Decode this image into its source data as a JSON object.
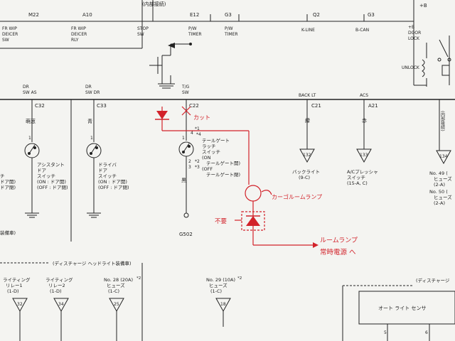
{
  "top_connectors": {
    "m22": "M22",
    "a10": "A10",
    "naikyo_top": "(内部接続)",
    "e12": "E12",
    "g3a": "G3",
    "q2": "Q2",
    "g3b": "G3",
    "b_top": "+B"
  },
  "top_labels": {
    "fr_wip_deicer_sw": [
      "FR WIP",
      "DEICER",
      "SW"
    ],
    "fr_wip_deicer_rly": [
      "FR WIP",
      "DEICER",
      "RLY"
    ],
    "stop_sw": [
      "STOP",
      "SW"
    ],
    "pw_timer_1": [
      "P/W",
      "TIMER"
    ],
    "pw_timer_2": [
      "P/W",
      "TIMER"
    ],
    "k_line": "K-LINE",
    "b_can": "B-CAN",
    "door_lock": [
      "+B",
      "DOOR",
      "LOCK"
    ],
    "unlock": "UNLOCK"
  },
  "bus_labels": {
    "dr_sw_as": [
      "DR",
      "SW AS"
    ],
    "dr_sw_dr": [
      "DR",
      "SW DR"
    ],
    "tg_sw": [
      "T/G",
      "SW"
    ],
    "back_lt": "BACK LT",
    "acs": "ACS"
  },
  "pins": {
    "c32": "C32",
    "c33": "C33",
    "c22": "C22",
    "c21": "C21",
    "a21": "A21",
    "naikyo_side": "(内部接続)"
  },
  "wires": {
    "moegi": "萌葱",
    "ao": "青",
    "kuro": "黒",
    "midori": "緑",
    "aka": "赤"
  },
  "pin_numbers": {
    "p1a": "1",
    "p1b": "1",
    "p1c": "1",
    "p4": "4",
    "p2": "2",
    "p3": "3",
    "s1": "*1",
    "s4": "*4",
    "s2": "*2",
    "s3": "*3"
  },
  "switches": {
    "assist": [
      "アシスタント",
      "ドア",
      "スイッチ",
      "(ON : ドア開)",
      "(OFF : ドア閉)"
    ],
    "driver": [
      "ドライバ",
      "ドア",
      "スイッチ",
      "(ON : ドア開)",
      "(OFF : ドア閉)"
    ],
    "tailgate": [
      "テールゲート",
      "ラッチ",
      "スイッチ",
      "(ON",
      "テールゲート開)",
      "(OFF",
      "テールゲート閉)"
    ],
    "left_partial": [
      "チ",
      "ドア開)",
      "ドア閉)"
    ]
  },
  "ground": {
    "g502": "G502"
  },
  "refs": {
    "r132": "132",
    "r133": "133",
    "r134": "134",
    "r32": "32",
    "r34": "34",
    "r25": "25",
    "r18": "18"
  },
  "ref_labels": {
    "back_light": [
      "バックライト",
      "(9-C)"
    ],
    "ac_pressure": [
      "A/Cプレッシャ",
      "スイッチ",
      "(15-A, C)"
    ],
    "fuse49": [
      "No. 49 (",
      "ヒューズ",
      "(2-A)"
    ],
    "fuse50": [
      "No. 50 (",
      "ヒューズ",
      "(2-A)"
    ]
  },
  "section": {
    "discharge_headlight": "(ディスチャージ ヘッドライト装備車)",
    "discharge_right": "(ディスチャージ",
    "left_equip": "装備車)",
    "auto_light_sensor": "オート ライト センサ",
    "sensor_pin5": "5",
    "sensor_pin6": "6"
  },
  "bottom_refs": {
    "lighting_relay1": [
      "ライティング",
      "リレー1",
      "(1-D)"
    ],
    "lighting_relay2": [
      "ライティング",
      "リレー2",
      "(1-D)"
    ],
    "fuse28": [
      "No. 28 (20A)",
      "ヒューズ",
      "(1-C)"
    ],
    "fuse28_star": "*2",
    "fuse29": [
      "No. 29 (10A)",
      "ヒューズ",
      "(1-C)"
    ],
    "fuse29_star": "*2"
  },
  "annotations": {
    "cut": "カット",
    "cargo_room_lamp": "カーゴルームランプ",
    "unneeded": "不要",
    "room_lamp": "ルームランプ",
    "always_power": "常時電源 へ"
  },
  "colors": {
    "ink": "#222222",
    "annotation": "#d2222a",
    "paper": "#f4f4f1"
  }
}
